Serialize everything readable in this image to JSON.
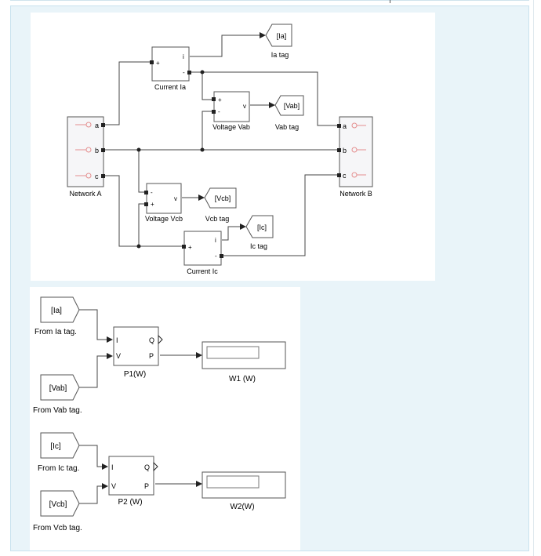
{
  "diagram1": {
    "labels": {
      "current_ia": "Current Ia",
      "voltage_vab": "Voltage Vab",
      "voltage_vcb": "Voltage Vcb",
      "current_ic": "Current Ic",
      "network_a": "Network A",
      "network_b": "Network B",
      "ia_tag": "Ia tag",
      "vab_tag": "Vab tag",
      "vcb_tag": "Vcb tag",
      "ic_tag": "Ic tag"
    },
    "tags": {
      "ia": "[Ia]",
      "vab": "[Vab]",
      "vcb": "[Vcb]",
      "ic": "[Ic]"
    },
    "ports": {
      "i": "i",
      "v": "v",
      "plus": "+",
      "minus": "-",
      "a": "a",
      "b": "b",
      "c": "c"
    }
  },
  "diagram2": {
    "from_tags": {
      "ia": "[Ia]",
      "vab": "[Vab]",
      "ic": "[Ic]",
      "vcb": "[Vcb]"
    },
    "from_labels": {
      "ia": "From Ia tag.",
      "vab": "From Vab tag.",
      "ic": "From Ic tag.",
      "vcb": "From Vcb tag."
    },
    "blocks": {
      "p1": "P1(W)",
      "p2": "P2 (W)",
      "w1": "W1 (W)",
      "w2": "W2(W)"
    },
    "ports": {
      "i": "I",
      "v": "V",
      "q": "Q",
      "p": "P"
    }
  }
}
